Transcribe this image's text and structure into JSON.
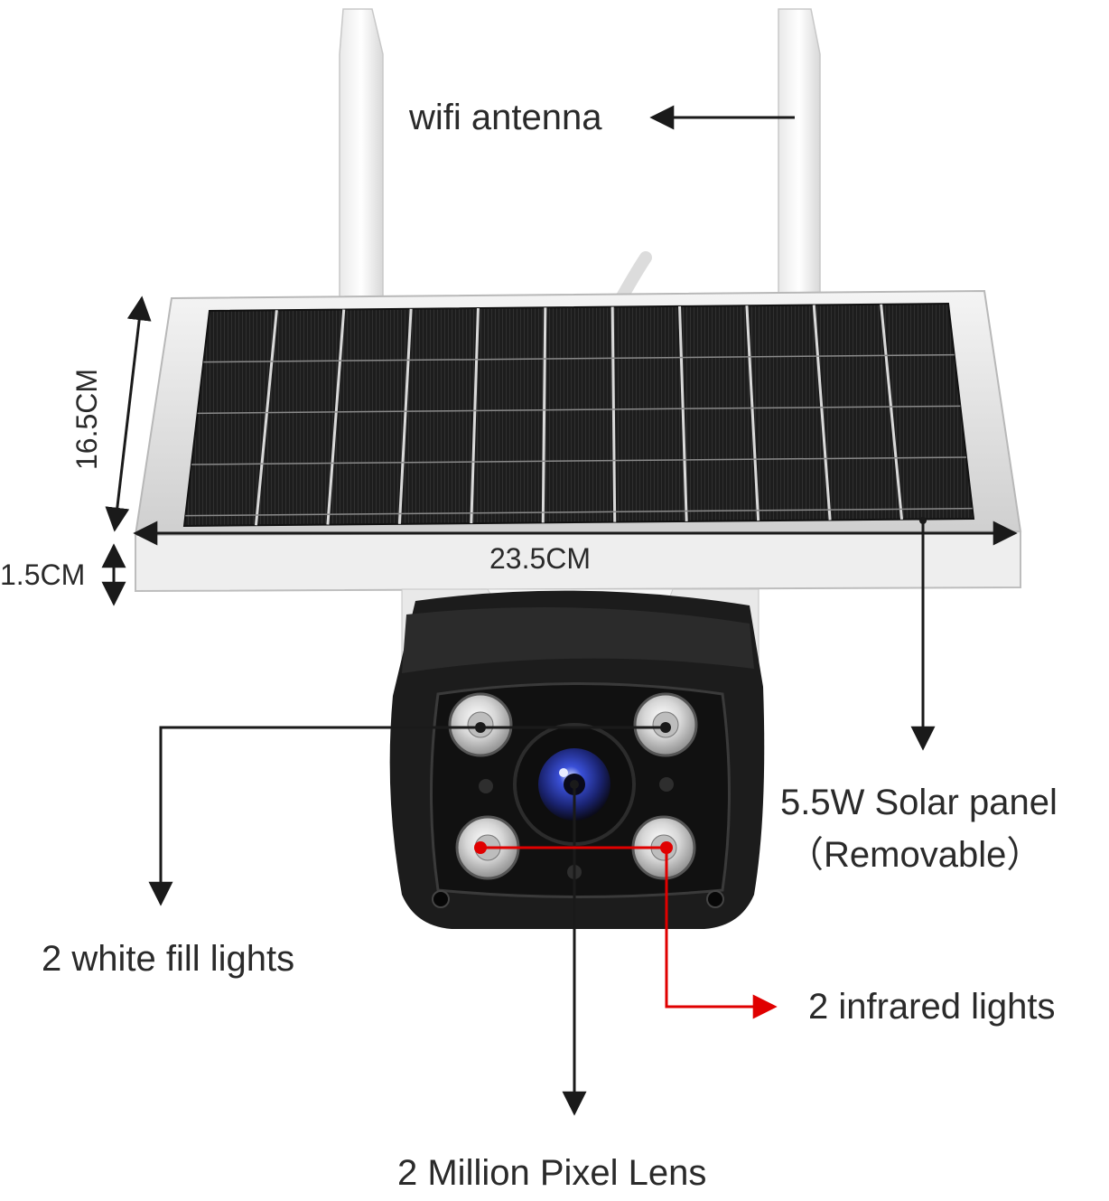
{
  "labels": {
    "wifi_antenna": "wifi antenna",
    "height_dim": "16.5CM",
    "width_dim": "23.5CM",
    "thickness_dim": "1.5CM",
    "solar_panel_line1": "5.5W Solar panel",
    "solar_panel_line2": "（Removable）",
    "white_fill_lights": "2 white fill lights",
    "infrared_lights": "2 infrared lights",
    "lens": "2 Million Pixel Lens"
  },
  "colors": {
    "callout_line": "#1a1a1a",
    "infrared_line": "#e00000",
    "panel_frame": "#e6e6e6",
    "solar_cell": "#202020",
    "camera_body": "#1b1b1b",
    "lens_blue": "#2a3fbf"
  }
}
